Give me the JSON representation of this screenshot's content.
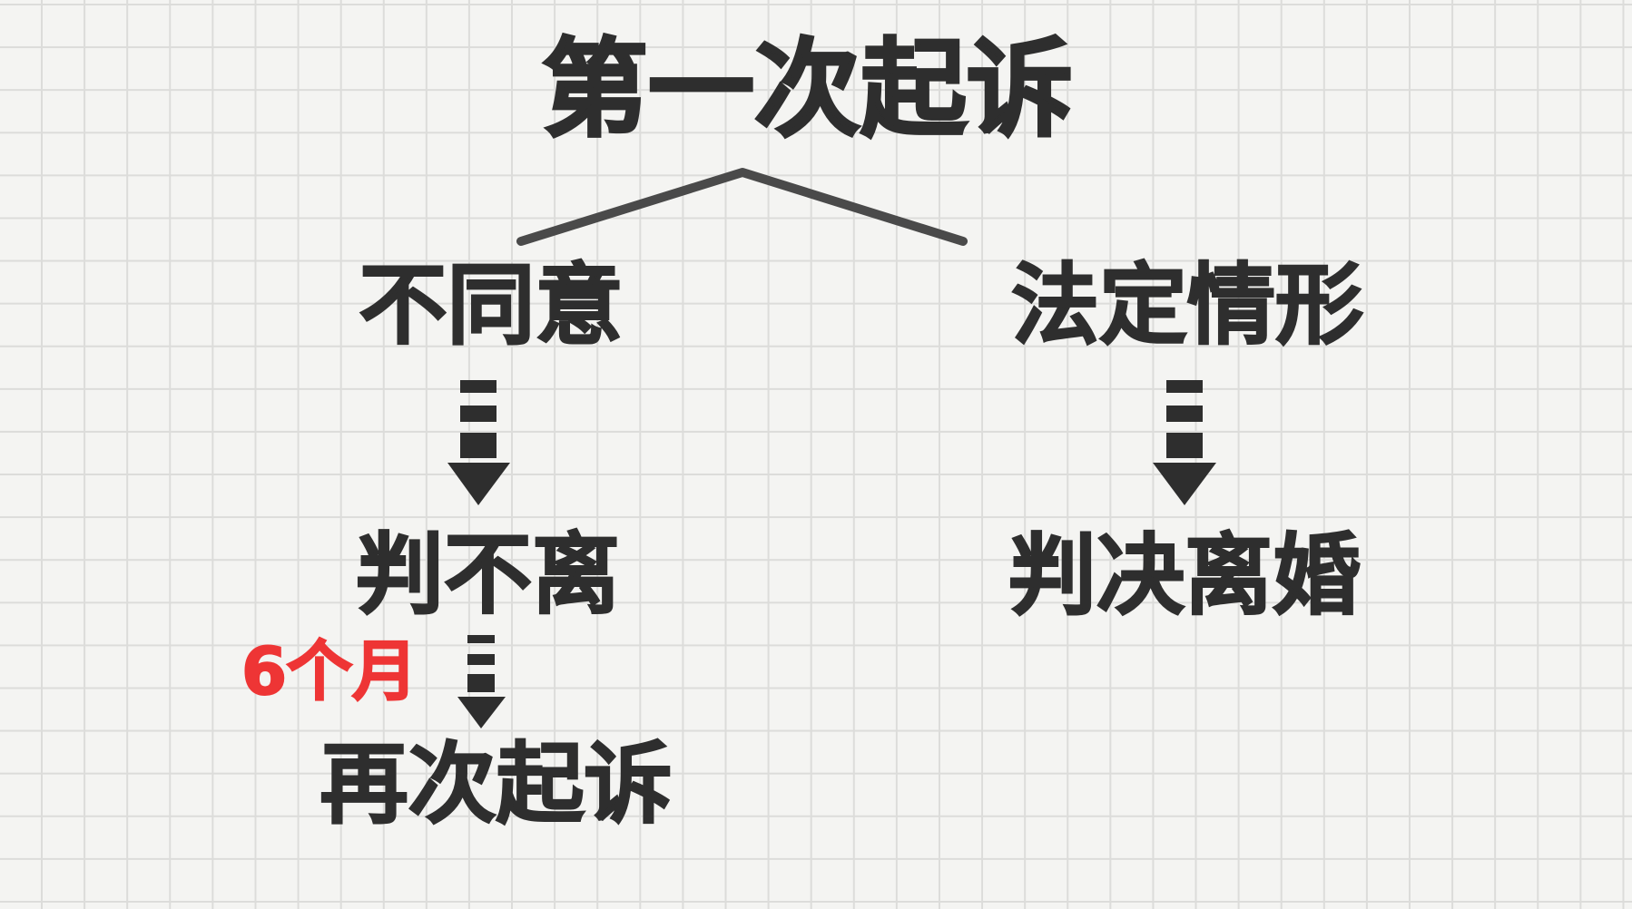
{
  "diagram": {
    "title": "第一次起诉",
    "branches": [
      {
        "condition": "不同意",
        "result": "判不离",
        "followup": {
          "interval_label": "6个月",
          "next_step": "再次起诉"
        }
      },
      {
        "condition": "法定情形",
        "result": "判决离婚"
      }
    ]
  },
  "icons": {
    "branch_connector": "caret-split-icon",
    "flow_arrow": "dashed-down-arrow-icon"
  },
  "colors": {
    "background": "#f4f4f2",
    "grid_line": "#dcdcda",
    "text": "#2e2e2e",
    "connector": "#4a4a4a",
    "highlight": "#ee3535"
  }
}
